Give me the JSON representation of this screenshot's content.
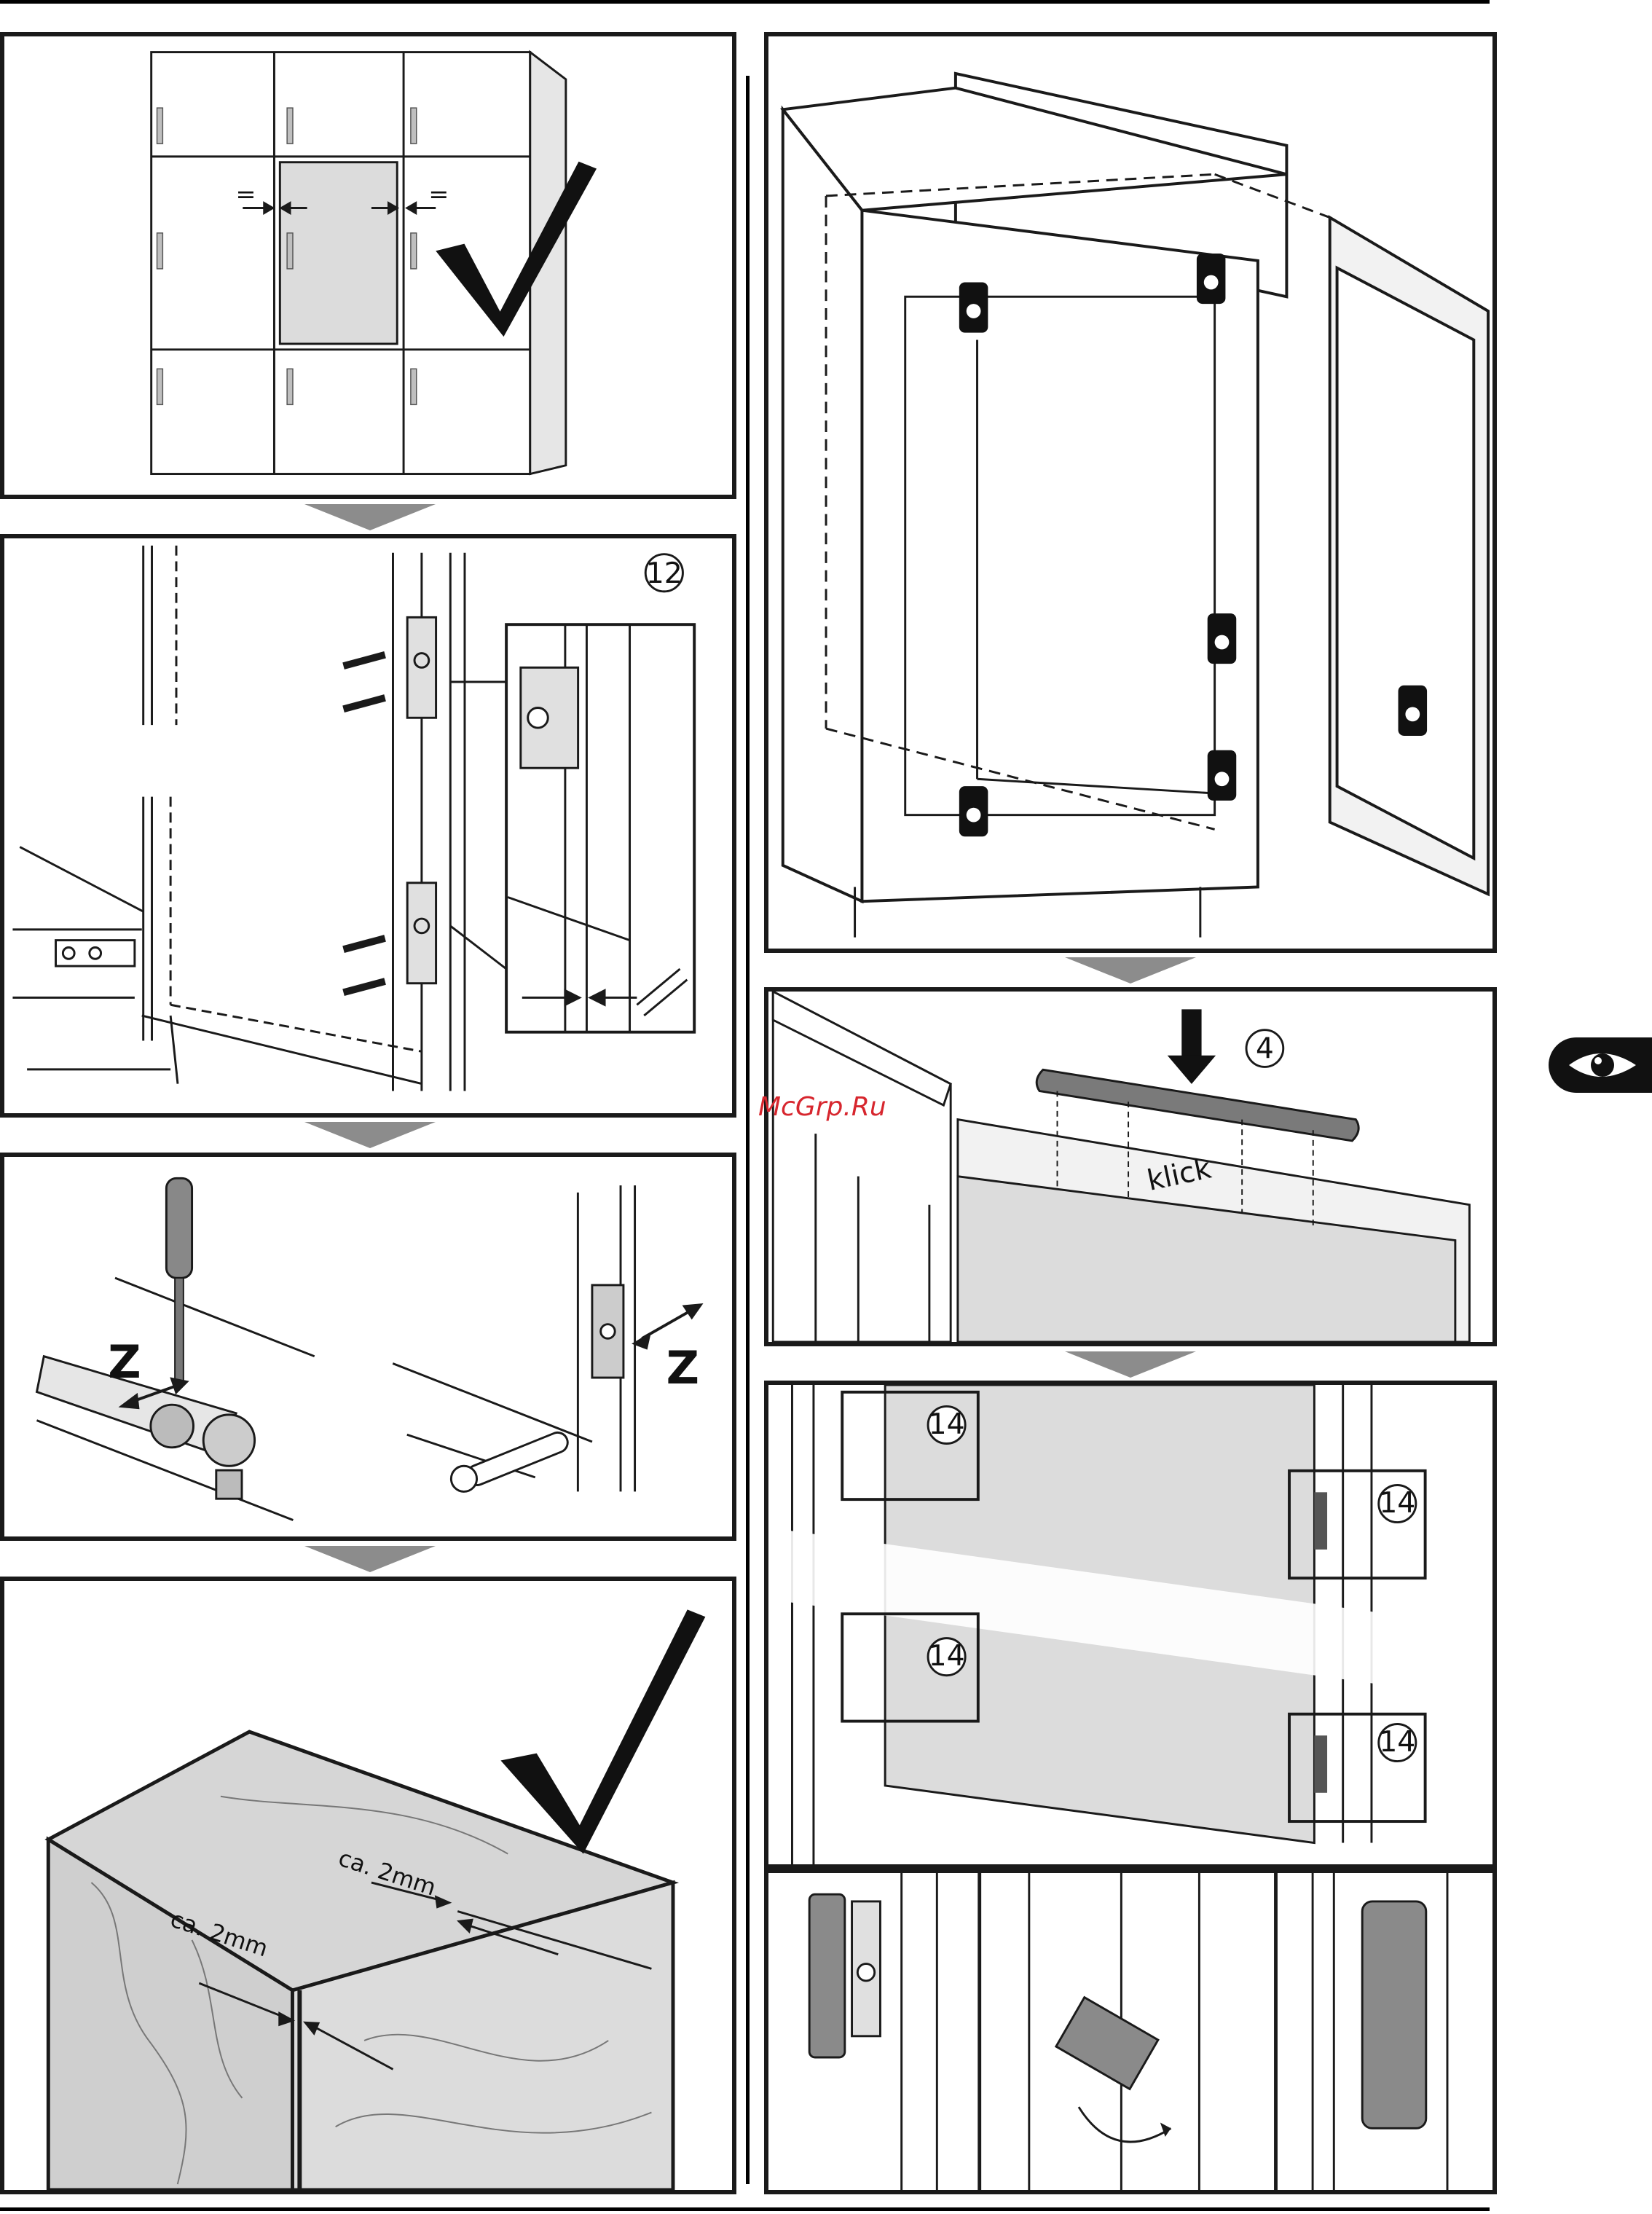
{
  "watermark": "McGrp.Ru",
  "step_markers": {
    "twelve": "12",
    "four": "4",
    "fourteen": "14"
  },
  "labels": {
    "z": "Z",
    "klick": "klick",
    "gap": "ca. 2mm",
    "equal": "="
  },
  "icons": {
    "checkmark": "checkmark-icon",
    "eye": "eye-icon",
    "arrow": "down-arrow-icon",
    "screwdriver": "screwdriver-icon"
  },
  "colors": {
    "line": "#1a1a1a",
    "door_fill": "#dcdcdc",
    "cover_fill": "#7a7a7a",
    "arrow_fill": "#8c8c8c",
    "watermark": "#d7262e"
  }
}
